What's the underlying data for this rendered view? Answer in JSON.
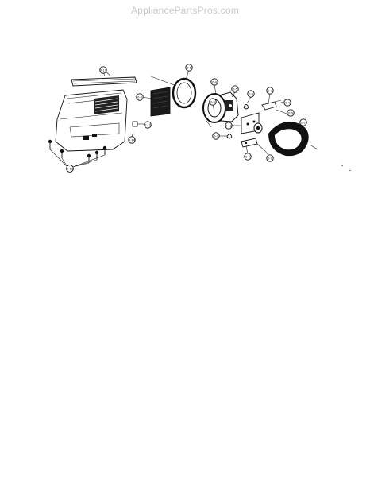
{
  "header": {
    "watermark": "AppliancePartsPros.com"
  },
  "diagram": {
    "callouts": [
      {
        "id": "c1",
        "label": "0-10"
      },
      {
        "id": "c2",
        "label": "0-1"
      },
      {
        "id": "c3",
        "label": "0-8"
      },
      {
        "id": "c4",
        "label": "0-11"
      },
      {
        "id": "c5",
        "label": "0-4"
      },
      {
        "id": "c6",
        "label": "0-5"
      },
      {
        "id": "c7",
        "label": "0-6"
      },
      {
        "id": "c8",
        "label": "0-9"
      },
      {
        "id": "c9",
        "label": "0-3"
      },
      {
        "id": "c10",
        "label": "0-12"
      },
      {
        "id": "c11",
        "label": "0-4"
      },
      {
        "id": "c12",
        "label": "0-9"
      },
      {
        "id": "c13",
        "label": "0-2"
      },
      {
        "id": "c14",
        "label": "0-7"
      },
      {
        "id": "c15",
        "label": "0-14"
      },
      {
        "id": "c16",
        "label": "0-4"
      },
      {
        "id": "c17",
        "label": "0-9"
      },
      {
        "id": "c18",
        "label": "0-13"
      }
    ]
  }
}
